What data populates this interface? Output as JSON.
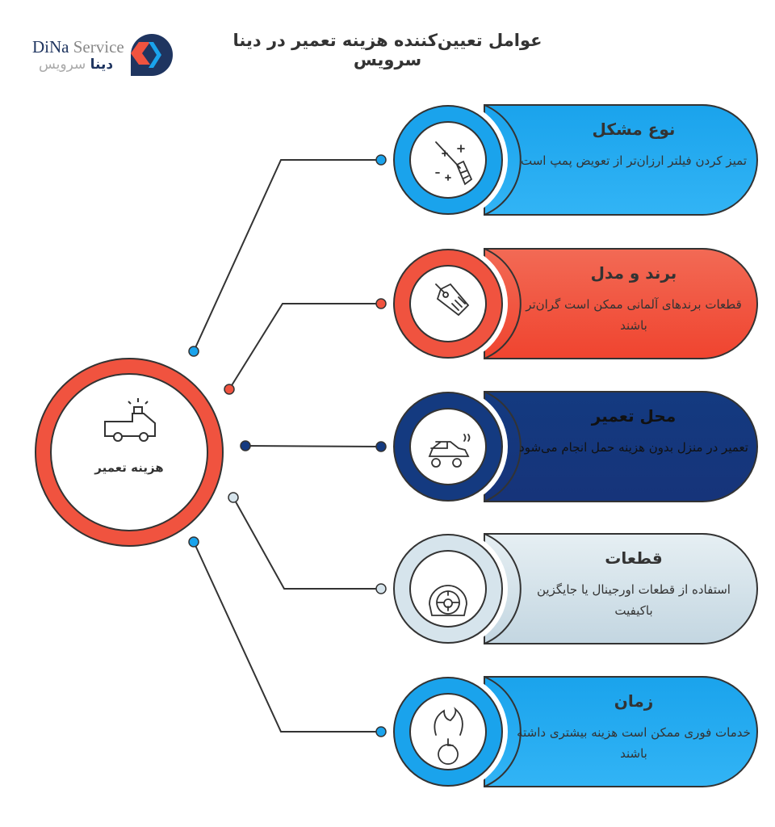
{
  "title": "عوامل تعیین‌کننده هزینه تعمیر در دینا سرویس",
  "logo": {
    "en_1": "DiNa",
    "en_2": " Service",
    "fa_1": "دینا",
    "fa_2": " سرویس"
  },
  "center": {
    "label": "هزینه تعمیر",
    "icon": "tow-truck-icon",
    "color": "#f0533f"
  },
  "items": [
    {
      "title": "نوع مشکل",
      "desc": "تمیز کردن فیلتر ارزان‌تر از تعویض پمپ است",
      "icon": "broom-icon",
      "color": "#1aa3ec"
    },
    {
      "title": "برند و مدل",
      "desc": "قطعات برندهای آلمانی ممکن است گران‌تر باشند",
      "icon": "price-tag-icon",
      "color": "#f0533f"
    },
    {
      "title": "محل تعمیر",
      "desc": "تعمیر در منزل بدون هزینه حمل انجام می‌شود",
      "icon": "car-icon",
      "color": "#143a80"
    },
    {
      "title": "قطعات",
      "desc": "استفاده از قطعات اورجینال یا جایگزین باکیفیت",
      "icon": "tire-icon",
      "color": "#d6e4ec"
    },
    {
      "title": "زمان",
      "desc": "خدمات فوری ممکن است هزینه بیشتری داشته باشند",
      "icon": "fire-clock-icon",
      "color": "#1aa3ec"
    }
  ]
}
